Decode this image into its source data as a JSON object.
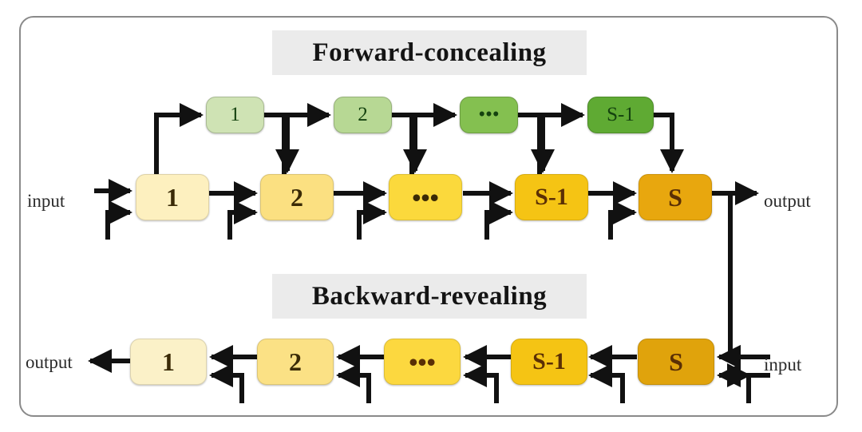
{
  "figure": {
    "frame_color": "#8a8a8a",
    "background": "#ffffff"
  },
  "sections": [
    {
      "id": "forward",
      "title": "Forward-concealing",
      "band_color": "#ebebeb"
    },
    {
      "id": "backward",
      "title": "Backward-revealing",
      "band_color": "#ebebeb"
    }
  ],
  "labels": {
    "top_input": "input",
    "top_output": "output",
    "bottom_input": "input",
    "bottom_output": "output"
  },
  "forward": {
    "skip_nodes": [
      {
        "label": "1",
        "color": "#cfe3b4"
      },
      {
        "label": "2",
        "color": "#b7d894"
      },
      {
        "label": "•••",
        "color": "#84c050"
      },
      {
        "label": "S-1",
        "color": "#5faa33"
      }
    ],
    "main_nodes": [
      {
        "label": "1",
        "color": "#fdf0bf",
        "text_color": "#3a2a06"
      },
      {
        "label": "2",
        "color": "#fbe081",
        "text_color": "#3a2a06"
      },
      {
        "label": "•••",
        "color": "#fad champ",
        "text_color": "#3a2a06"
      },
      {
        "label": "S-1",
        "color": "#f5c414",
        "text_color": "#5a2f05"
      },
      {
        "label": "S",
        "color": "#e8a70e",
        "text_color": "#5a2f05"
      }
    ]
  },
  "backward": {
    "main_nodes": [
      {
        "label": "1",
        "color": "#fbf1c8",
        "text_color": "#3a2a06"
      },
      {
        "label": "2",
        "color": "#fbe185",
        "text_color": "#3a2a06"
      },
      {
        "label": "•••",
        "color": "#fcd83f",
        "text_color": "#5a2f05"
      },
      {
        "label": "S-1",
        "color": "#f5c414",
        "text_color": "#5a2f05"
      },
      {
        "label": "S",
        "color": "#e0a30c",
        "text_color": "#5a2f05"
      }
    ]
  },
  "wire_color": "#111111"
}
